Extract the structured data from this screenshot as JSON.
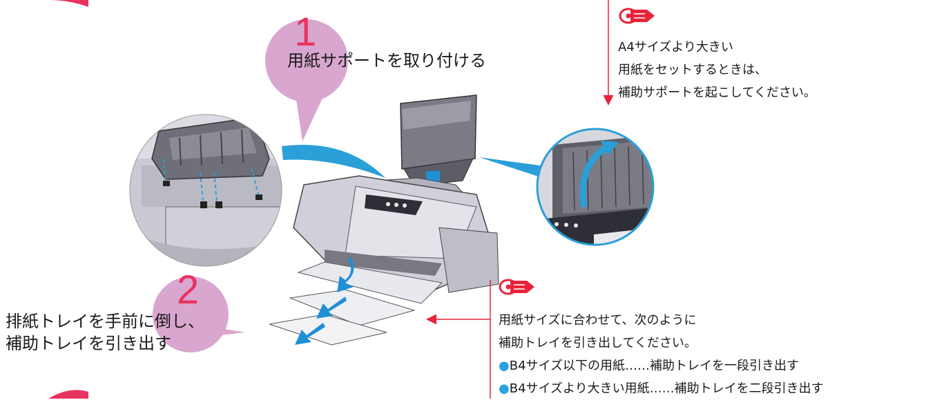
{
  "step1": {
    "number": "1",
    "label": "用紙サポートを取り付ける"
  },
  "step2": {
    "number": "2",
    "label_line1": "排紙トレイを手前に倒し、",
    "label_line2": "補助トレイを引き出す"
  },
  "note_top": {
    "icon": "pencil-icon",
    "lines": [
      "A4サイズより大きい",
      "用紙をセットするときは、",
      "補助サポートを起こしてください。"
    ]
  },
  "note_bottom": {
    "icon": "pencil-icon",
    "lines": [
      "用紙サイズに合わせて、次のように",
      "補助トレイを引き出してください。"
    ],
    "bullets": [
      "B4サイズ以下の用紙……補助トレイを一段引き出す",
      "B4サイズより大きい用紙……補助トレイを二段引き出す"
    ]
  },
  "colors": {
    "bubble": "#d9a6cf",
    "step_number": "#e8335f",
    "leader": "#e8233a",
    "callout": "#2a9fd8",
    "bullet": "#2aa3e0",
    "arrow": "#1f8fd6"
  }
}
